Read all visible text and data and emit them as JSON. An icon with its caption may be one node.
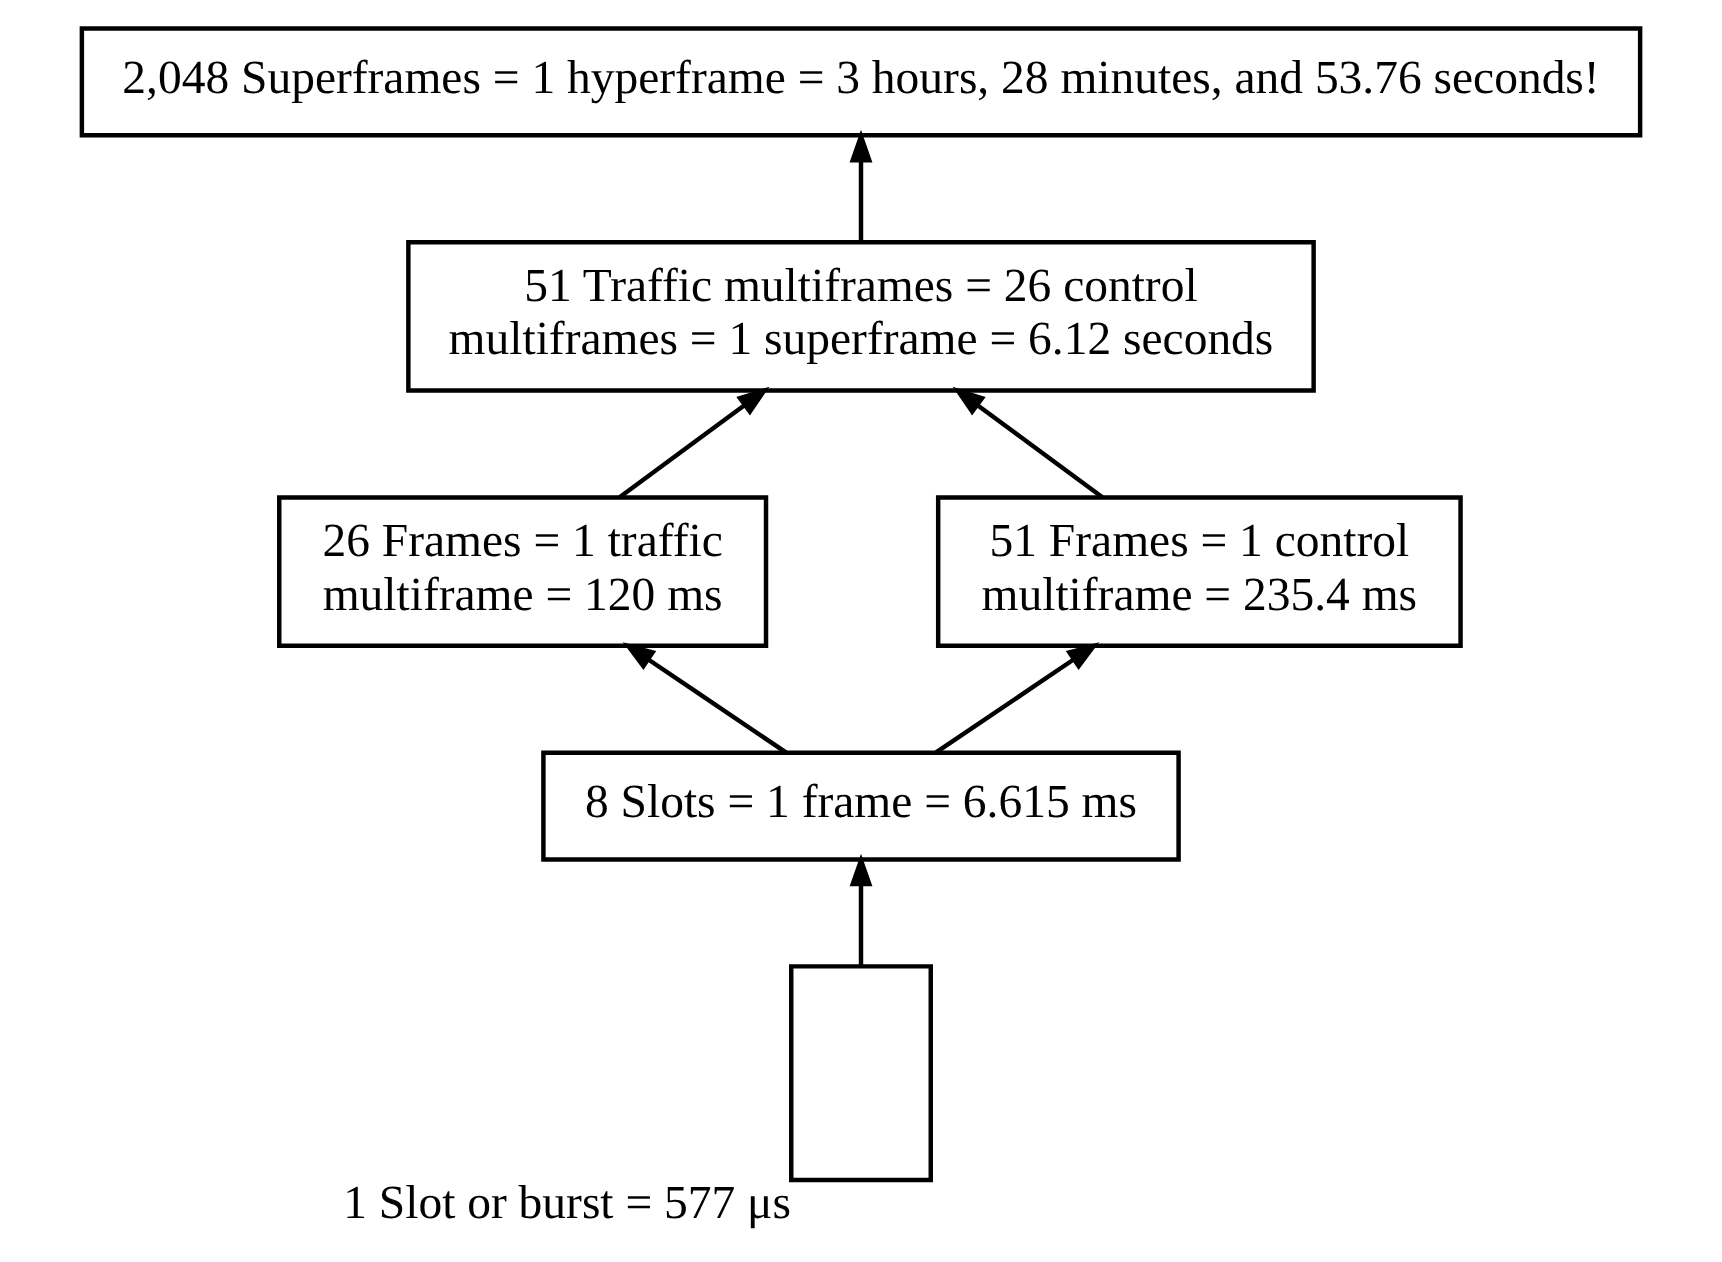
{
  "diagram": {
    "nodes": [
      {
        "text": [
          "2,048 Superframes = 1 hyperframe = 3 hours, 28 minutes, and 53.76 seconds!"
        ]
      },
      {
        "text": [
          "51 Traffic multiframes = 26 control multiframes = 1 superframe = 6.12 seconds"
        ]
      },
      {
        "text": [
          "26 Frames = 1 traffic multiframe = 120 ms"
        ]
      },
      {
        "text": [
          "51 Frames = 1 control multiframe = 235.4 ms"
        ]
      },
      {
        "text": [
          "8 Slots = 1 frame = 6.615 ms"
        ]
      },
      {
        "text": [],
        "shape": "box",
        "beside": [
          "1 Slot or burst = 577 μs"
        ]
      }
    ],
    "edges": [
      {
        "from": 5,
        "to": 4,
        "arrow": "to"
      },
      {
        "from": 4,
        "to": 2,
        "arrow": "to"
      },
      {
        "from": 4,
        "to": 3,
        "arrow": "to"
      },
      {
        "from": 2,
        "to": 1,
        "arrow": "to"
      },
      {
        "from": 3,
        "to": 1,
        "arrow": "to"
      },
      {
        "from": 1,
        "to": 0,
        "arrow": "to"
      }
    ]
  }
}
